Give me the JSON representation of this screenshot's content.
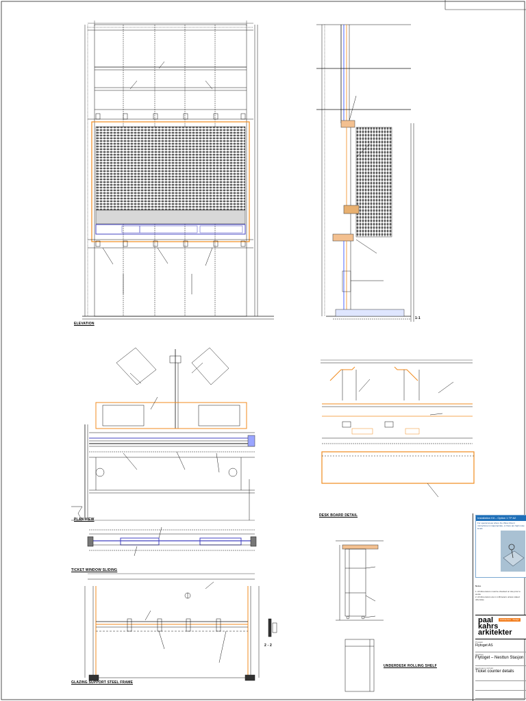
{
  "views": {
    "elevation": "ELEVATION",
    "section": "1-1",
    "plan": "PLAN VIEW",
    "ticket_window": "TICKET WINDOW SLIDING",
    "glazing_frame": "GLAZING SUPPORT STEEL FRAME",
    "section2": "2 - 2",
    "desk_board": "DESK BOARD DETAIL",
    "rolling_shelf": "UNDERDESK ROLLING SHELF"
  },
  "info_box": {
    "title": "Installation Kit – Option 1 TP A2",
    "text": "For special areas where the Wave Mount microphone is inappropriate, or there are high noise levels",
    "colors": {
      "header": "#1e6fb8",
      "text": "#1e4f86"
    }
  },
  "title_block": {
    "notes_label": "Notes",
    "note_1": "1. All dimensions must be checked on site prior to works",
    "note_2": "2. All dimensions are in millimeters unless stated otherwise",
    "logo": [
      "paal",
      "kahrs",
      "arkitekter"
    ],
    "logo_tag": "Architecture · Design",
    "project_label": "Prosjekt",
    "project": "Flytoget AS",
    "location_label": "Oppdrag",
    "location": "Flytoget – Nesttun Stasjon",
    "drawing_label": "Tegningens innhold",
    "drawing_title": "Ticket counter details",
    "colors": {
      "accent": "#f27d1d"
    }
  }
}
